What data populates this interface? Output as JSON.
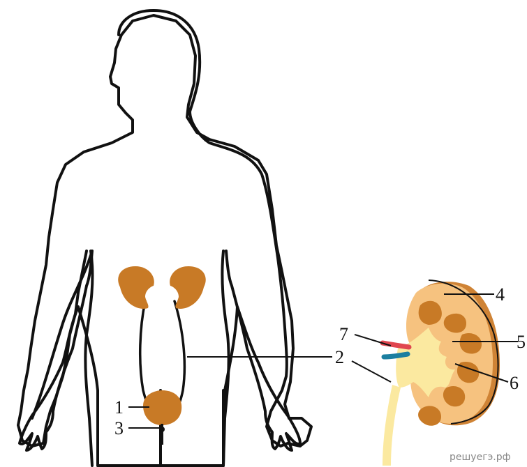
{
  "labels": {
    "l1": "1",
    "l2": "2",
    "l3": "3",
    "l4": "4",
    "l5": "5",
    "l6": "6",
    "l7": "7"
  },
  "watermark": "решуегэ.рф",
  "colors": {
    "outline": "#111111",
    "kidney": "#c87a26",
    "kidney_cross_section": "#f6c27f",
    "kidney_capsule": "#cf8335",
    "pelvis": "#fbe9a0",
    "artery": "#e0464f",
    "vein": "#1b7fa0"
  }
}
